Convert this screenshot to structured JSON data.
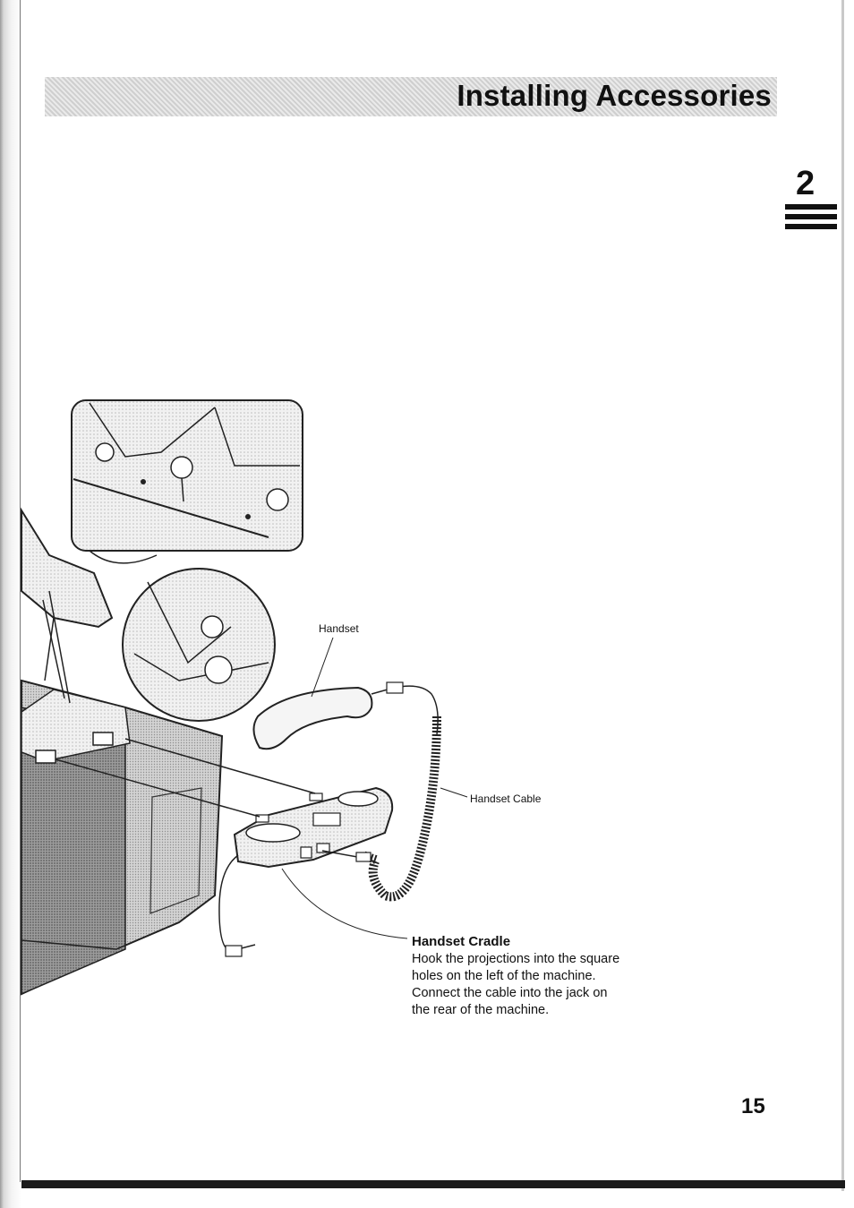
{
  "header": {
    "title": "Installing Accessories"
  },
  "chapter": {
    "number": "2"
  },
  "figure": {
    "labels": {
      "handset": "Handset",
      "handset_cable": "Handset Cable"
    }
  },
  "note": {
    "heading": "Handset Cradle",
    "lines": [
      "Hook the projections into the square",
      "holes on the left of the machine.",
      "Connect the cable into the jack on",
      "the rear of the machine."
    ]
  },
  "footer": {
    "page_number": "15"
  }
}
